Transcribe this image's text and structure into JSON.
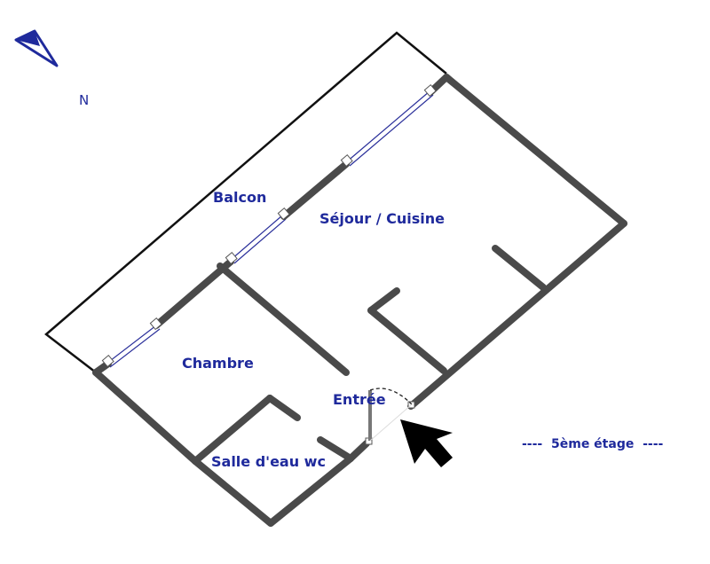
{
  "colors": {
    "wall": "#4a4a4a",
    "outline": "#111111",
    "label": "#1f2a9c",
    "window_line": "#2a2f9a",
    "compass": "#1f2a9c",
    "arrow": "#000000"
  },
  "compass": {
    "label": "N"
  },
  "rooms": {
    "balcon": "Balcon",
    "sejour": "Séjour / Cuisine",
    "chambre": "Chambre",
    "entree": "Entrée",
    "salle_eau": "Salle d'eau wc"
  },
  "floor": {
    "label": "----  5ème étage  ----"
  },
  "icons": {
    "compass": "north-arrow-icon",
    "entry": "entry-arrow-icon"
  }
}
